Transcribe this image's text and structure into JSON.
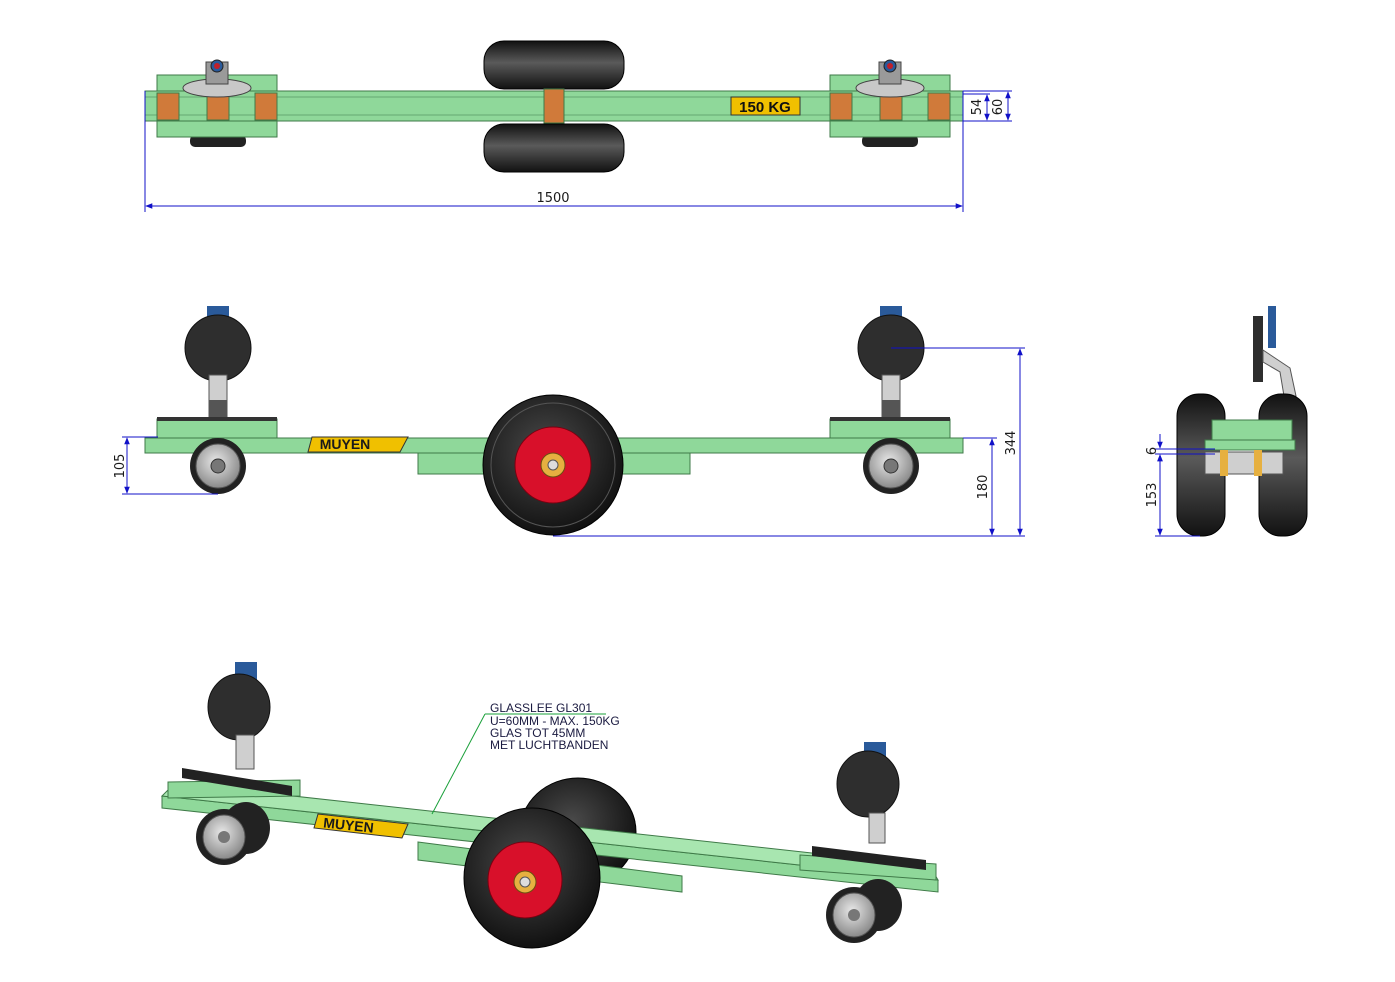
{
  "colors": {
    "frame": "#8fd89a",
    "frame_edge": "#3f7a48",
    "dimension": "#1010c8",
    "tyre": "#222222",
    "rim_red": "#d8102a",
    "pad": "#d07a3a",
    "badge": "#f0c000",
    "suction_cup": "#2e2e2e",
    "handle_blue": "#2a5a9a",
    "leader_green": "#1aa03a"
  },
  "top_view": {
    "load_badge": "150 KG",
    "dim_length": "1500",
    "dim_inner_height": "54",
    "dim_outer_height": "60"
  },
  "side_view": {
    "brand": "MUYEN",
    "dim_caster_height": "105",
    "dim_frame_height": "180",
    "dim_total_height": "344"
  },
  "end_view": {
    "dim_small": "6",
    "dim_axle_height": "153"
  },
  "iso_view": {
    "brand": "MUYEN",
    "note": [
      "GLASSLEE GL301",
      "U=60MM - MAX. 150KG",
      "GLAS TOT 45MM",
      "MET LUCHTBANDEN"
    ]
  }
}
